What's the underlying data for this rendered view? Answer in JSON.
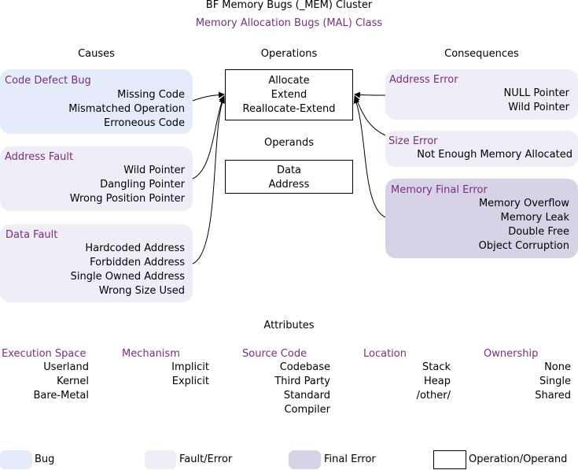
{
  "header": {
    "title": "BF Memory Bugs (_MEM) Cluster",
    "subtitle": "Memory Allocation Bugs (MAL) Class"
  },
  "columns": {
    "causes": "Causes",
    "operations": "Operations",
    "consequences": "Consequences"
  },
  "causes": [
    {
      "title": "Code Defect Bug",
      "kind": "bug",
      "items": [
        "Missing Code",
        "Mismatched Operation",
        "Erroneous Code"
      ]
    },
    {
      "title": "Address Fault",
      "kind": "fault",
      "items": [
        "Wild Pointer",
        "Dangling Pointer",
        "Wrong Position Pointer"
      ]
    },
    {
      "title": "Data Fault",
      "kind": "fault",
      "items": [
        "Hardcoded Address",
        "Forbidden Address",
        "Single Owned Address",
        "Wrong Size Used"
      ]
    }
  ],
  "operations": {
    "items": [
      "Allocate",
      "Extend",
      "Reallocate-Extend"
    ]
  },
  "operands": {
    "title": "Operands",
    "items": [
      "Data",
      "Address"
    ]
  },
  "consequences": [
    {
      "title": "Address Error",
      "kind": "fault",
      "items": [
        "NULL Pointer",
        "Wild Pointer"
      ]
    },
    {
      "title": "Size Error",
      "kind": "fault",
      "items": [
        "Not Enough Memory Allocated"
      ]
    },
    {
      "title": "Memory Final Error",
      "kind": "final",
      "items": [
        "Memory Overflow",
        "Memory Leak",
        "Double Free",
        "Object Corruption"
      ]
    }
  ],
  "attributes": {
    "title": "Attributes",
    "groups": [
      {
        "title": "Execution Space",
        "items": [
          "Userland",
          "Kernel",
          "Bare-Metal"
        ]
      },
      {
        "title": "Mechanism",
        "items": [
          "Implicit",
          "Explicit"
        ]
      },
      {
        "title": "Source Code",
        "items": [
          "Codebase",
          "Third Party",
          "Standard",
          "Compiler"
        ]
      },
      {
        "title": "Location",
        "items": [
          "Stack",
          "Heap",
          "/other/"
        ]
      },
      {
        "title": "Ownership",
        "items": [
          "None",
          "Single",
          "Shared"
        ]
      }
    ]
  },
  "legend": [
    {
      "label": "Bug",
      "color": "#e3ecf8"
    },
    {
      "label": "Fault/Error",
      "color": "#efedf6"
    },
    {
      "label": "Final Error",
      "color": "#d8d2e6"
    },
    {
      "label": "Operation/Operand",
      "color": "#ffffff"
    }
  ],
  "colors": {
    "accent_text": "#7b2d7f",
    "bug": "#e3ecf8",
    "fault": "#efedf6",
    "final": "#d8d2e6"
  }
}
